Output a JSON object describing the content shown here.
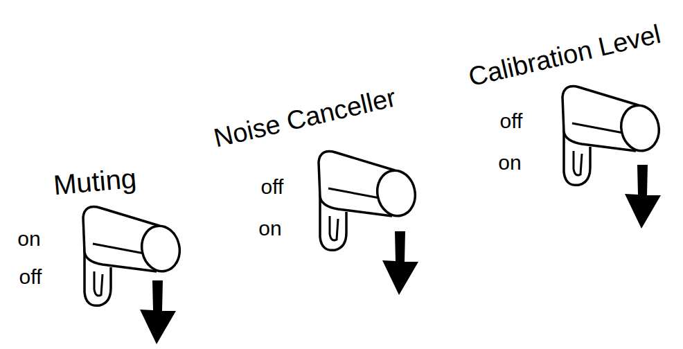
{
  "diagram": {
    "labels": [
      "Muting",
      "on",
      "off",
      "Noise Canceller",
      "off",
      "on",
      "Calibration Level",
      "off",
      "on"
    ]
  }
}
